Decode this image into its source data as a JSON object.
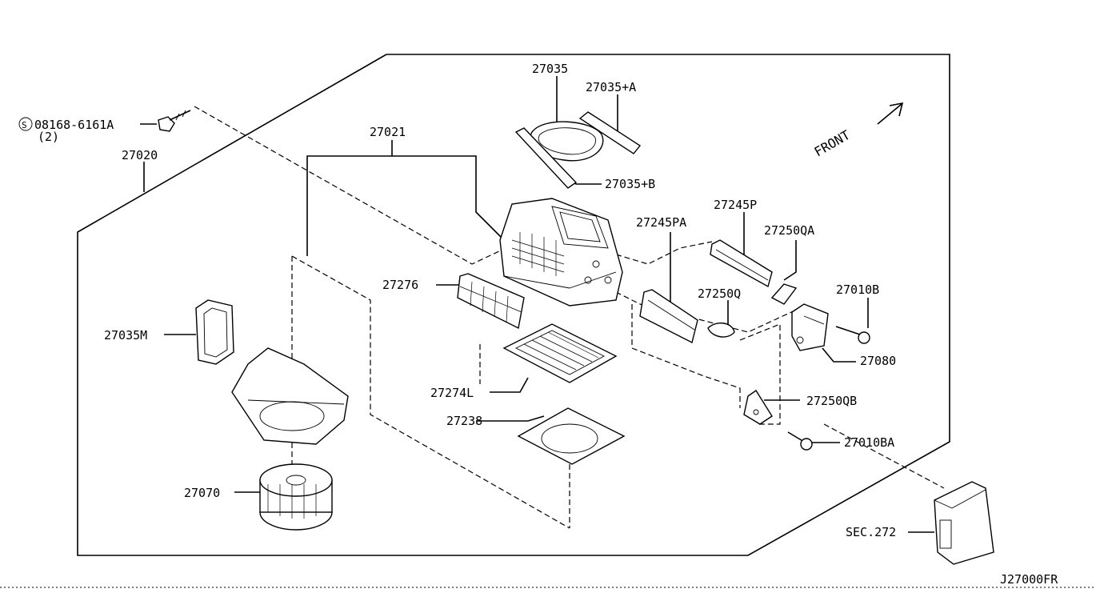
{
  "labels": {
    "p27035": "27035",
    "p27035a": "27035+A",
    "p27035b": "27035+B",
    "bolt_code": "08168-6161A",
    "bolt_qty": "(2)",
    "bolt_circle": "S",
    "p27021": "27021",
    "p27020": "27020",
    "p27245pa": "27245PA",
    "p27245p": "27245P",
    "p27250qa": "27250QA",
    "p27276": "27276",
    "p27250q": "27250Q",
    "p27010b": "27010B",
    "p27035m": "27035M",
    "p27080": "27080",
    "p27274l": "27274L",
    "p27250qb": "27250QB",
    "p27238": "27238",
    "p27010ba": "27010BA",
    "p27070": "27070",
    "sec272": "SEC.272",
    "front": "FRONT",
    "ref": "J27000FR"
  }
}
